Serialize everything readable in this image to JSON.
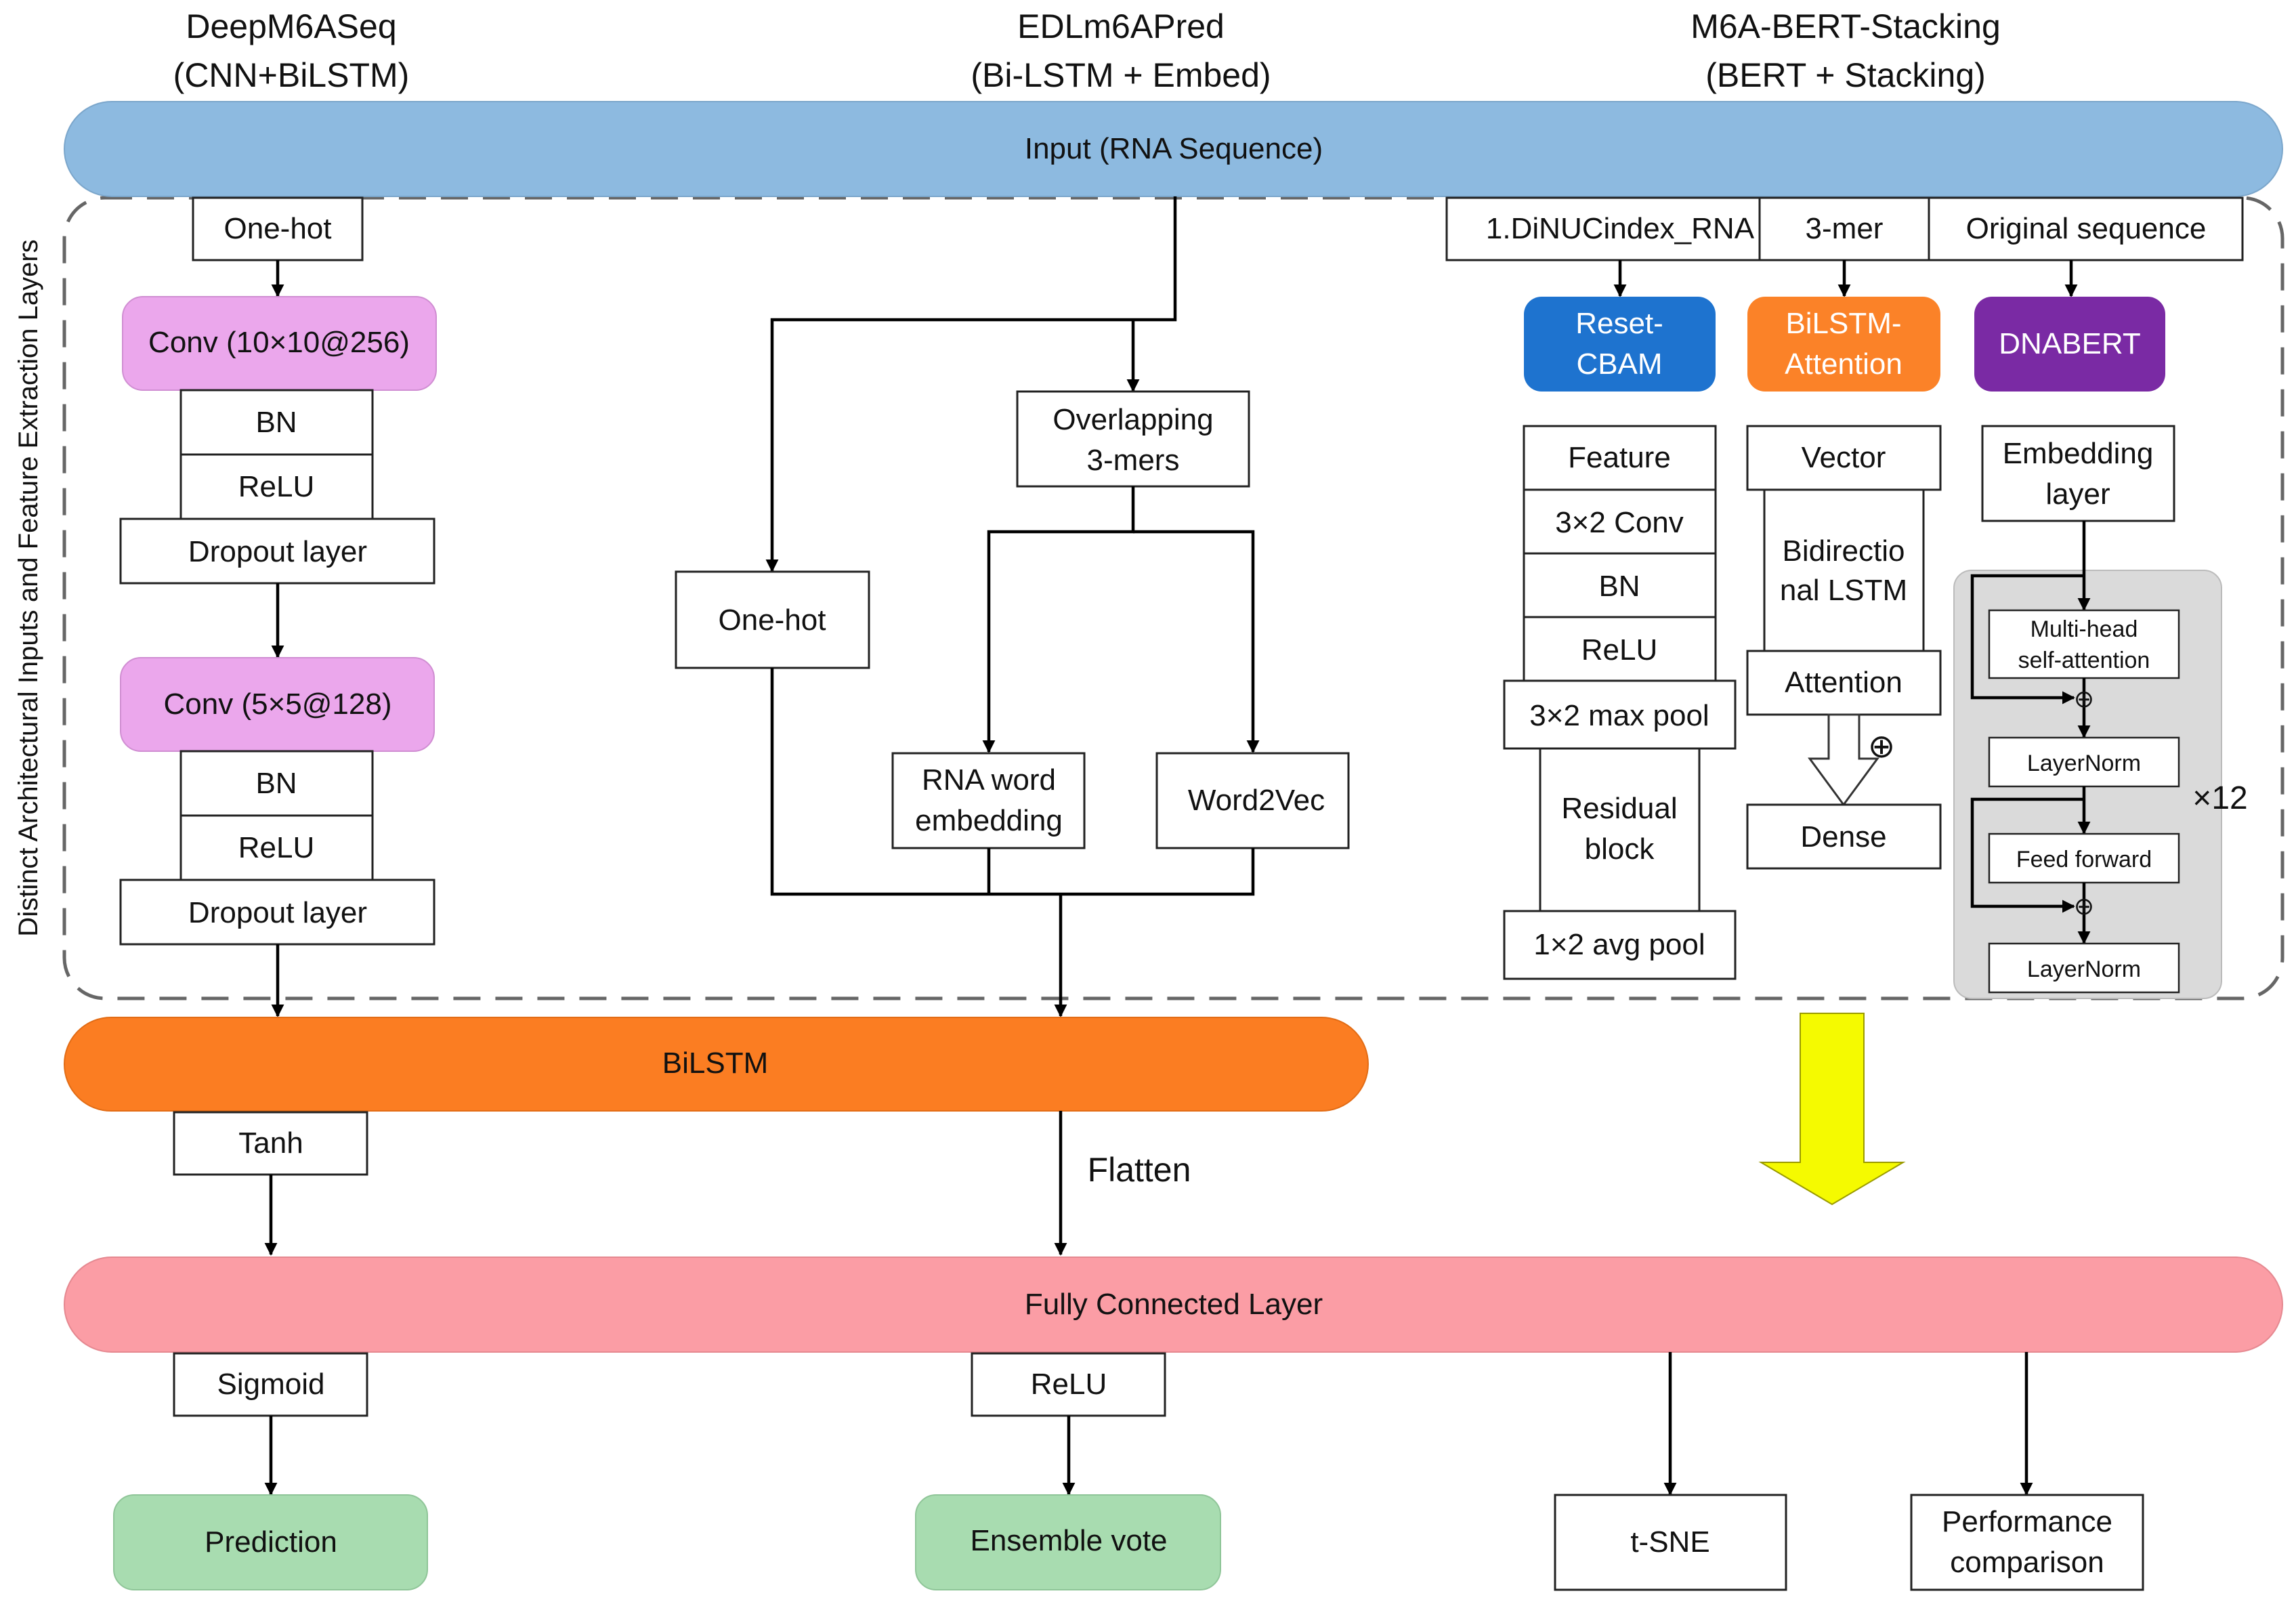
{
  "headers": {
    "deepm6aseq": {
      "name": "DeepM6ASeq",
      "sub": "(CNN+BiLSTM)"
    },
    "edlm6apred": {
      "name": "EDLm6APred",
      "sub": "(Bi-LSTM + Embed)"
    },
    "m6abert": {
      "name": "M6A-BERT-Stacking",
      "sub": "(BERT + Stacking)"
    }
  },
  "side_label": "Distinct Architectural Inputs and Feature Extraction Layers",
  "bars": {
    "input": "Input (RNA Sequence)",
    "bilstm": "BiLSTM",
    "fully_connected": "Fully Connected Layer"
  },
  "deepm6aseq": {
    "onehot": "One-hot",
    "conv1": "Conv (10×10@256)",
    "bn1": "BN",
    "relu1": "ReLU",
    "dropout1": "Dropout layer",
    "conv2": "Conv (5×5@128)",
    "bn2": "BN",
    "relu2": "ReLU",
    "dropout2": "Dropout layer",
    "tanh": "Tanh",
    "sigmoid": "Sigmoid",
    "prediction": "Prediction"
  },
  "edlm6apred": {
    "onehot": "One-hot",
    "overlapping_line1": "Overlapping",
    "overlapping_line2": "3-mers",
    "rna_word_line1": "RNA word",
    "rna_word_line2": "embedding",
    "word2vec": "Word2Vec",
    "flatten": "Flatten",
    "relu": "ReLU",
    "ensemble": "Ensemble vote"
  },
  "m6abert": {
    "dinuc": "1.DiNUCindex_RNA",
    "kmer": "3-mer",
    "original": "Original sequence",
    "reset_line1": "Reset-",
    "reset_line2": "CBAM",
    "bilstm_att_line1": "BiLSTM-",
    "bilstm_att_line2": "Attention",
    "dnabert": "DNABERT",
    "feature": "Feature",
    "conv32": "3×2 Conv",
    "bn": "BN",
    "relu": "ReLU",
    "maxpool": "3×2 max pool",
    "residual_line1": "Residual",
    "residual_line2": "block",
    "avgpool": "1×2 avg pool",
    "vector": "Vector",
    "bidir_line1": "Bidirectio",
    "bidir_line2": "nal LSTM",
    "attention": "Attention",
    "dense": "Dense",
    "embedding_line1": "Embedding",
    "embedding_line2": "layer",
    "mhsa_line1": "Multi-head",
    "mhsa_line2": "self-attention",
    "layernorm1": "LayerNorm",
    "feedforward": "Feed forward",
    "layernorm2": "LayerNorm",
    "repeat": "×12",
    "plus_symbol": "⊕",
    "tsne": "t-SNE",
    "perf_line1": "Performance",
    "perf_line2": "comparison"
  },
  "colors": {
    "input_bar": "#8DBAE0",
    "bilstm_bar": "#FB7D22",
    "fc_bar": "#FB9DA5",
    "conv_pink": "#EBA7EC",
    "output_green": "#A8DCB0",
    "reset_blue": "#1E73CF",
    "bilstm_orange": "#FB8228",
    "dnabert_purple": "#7A2AA4",
    "transformer_gray": "#DADADA",
    "big_arrow_yellow": "#F5FA00"
  }
}
